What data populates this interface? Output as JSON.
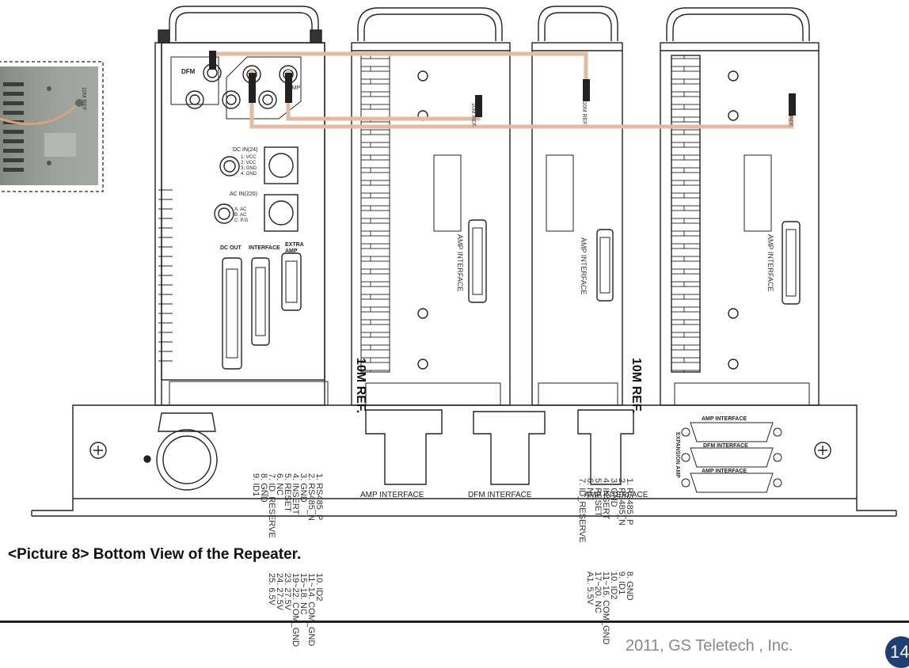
{
  "caption": "<Picture 8> Bottom View of the Repeater.",
  "footer": {
    "copyright": "2011, GS Teletech , Inc.",
    "page_number": "14"
  },
  "photo_inset": {
    "label": "10M REF"
  },
  "main_unit": {
    "dfm_label": "DFM",
    "amp_label": "AMP",
    "dc_in_label": "DC IN(24)",
    "dc_in_pins": "1: VCC\n2: VCC\n3: GND\n4: GND",
    "ac_in_label": "AC IN(220)",
    "ac_in_pins": "A: AC\nB: AC\nC: P.G",
    "dc_out_label": "DC OUT",
    "interface_label": "INTERFACE",
    "extra_amp_label": "EXTRA\nAMP"
  },
  "modules": {
    "ref_label": "10M REF.",
    "module1_interface": "AMP INTERFACE",
    "module2_interface": "AMP INTERFACE",
    "module3_interface": "AMP INTERFACE"
  },
  "base": {
    "amp_interface_label": "AMP INTERFACE",
    "dfm_interface_label": "DFM INTERFACE",
    "third_interface_label": "AMP INTERFACE",
    "ref_left": "10M REF.",
    "ref_right": "10M REF.",
    "expansion_label": "EXPANSION AMP",
    "right_connectors": [
      "AMP INTERFACE",
      "DFM INTERFACE",
      "AMP INTERFACE"
    ]
  },
  "pinouts": {
    "left_a": "1. RS485_P\n2. RS485_N\n3. GND\n4. INSERT\n5. RESET\n6. NC\n7. ID_RESERVE\n8. GND\n9. ID1",
    "left_b": "10. ID2\n11~14. COM_GND\n15~18. NC\n19~22. COM_GND\n23. 27.5V\n24. 27.5V\n25. 6.5V",
    "right_a": "1. RS485_P\n2. RS485_N\n3. GND\n4. INSERT\n5. RESET\n6. NC\n7. ID_RESERVE",
    "right_b": "8. GND\n9. ID1\n10. ID2\n11~16. COM_GND\n17~20. NC\nA1. 5.5V"
  }
}
